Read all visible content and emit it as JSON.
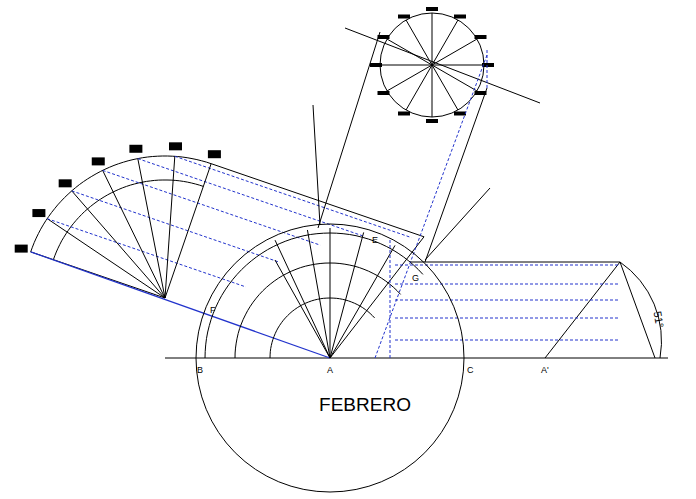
{
  "diagram": {
    "nodes": [
      {
        "text": [
          "FEBRERO"
        ]
      }
    ],
    "labels": [
      "B",
      "A",
      "C",
      "A'",
      "F",
      "E",
      "G",
      "51°"
    ]
  }
}
